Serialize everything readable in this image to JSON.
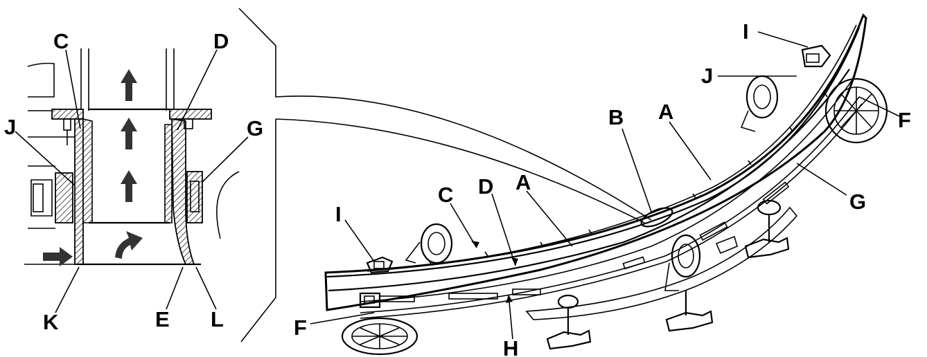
{
  "labels": {
    "detail": {
      "c": "C",
      "d": "D",
      "j": "J",
      "g": "G",
      "k": "K",
      "e": "E",
      "l": "L"
    },
    "main": {
      "i_top": "I",
      "j_top": "J",
      "f_right": "F",
      "a_right": "A",
      "b": "B",
      "g_right": "G",
      "a_mid": "A",
      "d_mid": "D",
      "c_mid": "C",
      "i_left": "I",
      "f_left": "F",
      "h": "H"
    }
  },
  "icons": {
    "flow_arrows_up": "arrow-up-icon",
    "flow_arrow_curved": "curved-arrow-icon",
    "inlet_arrow": "arrow-right-icon"
  }
}
